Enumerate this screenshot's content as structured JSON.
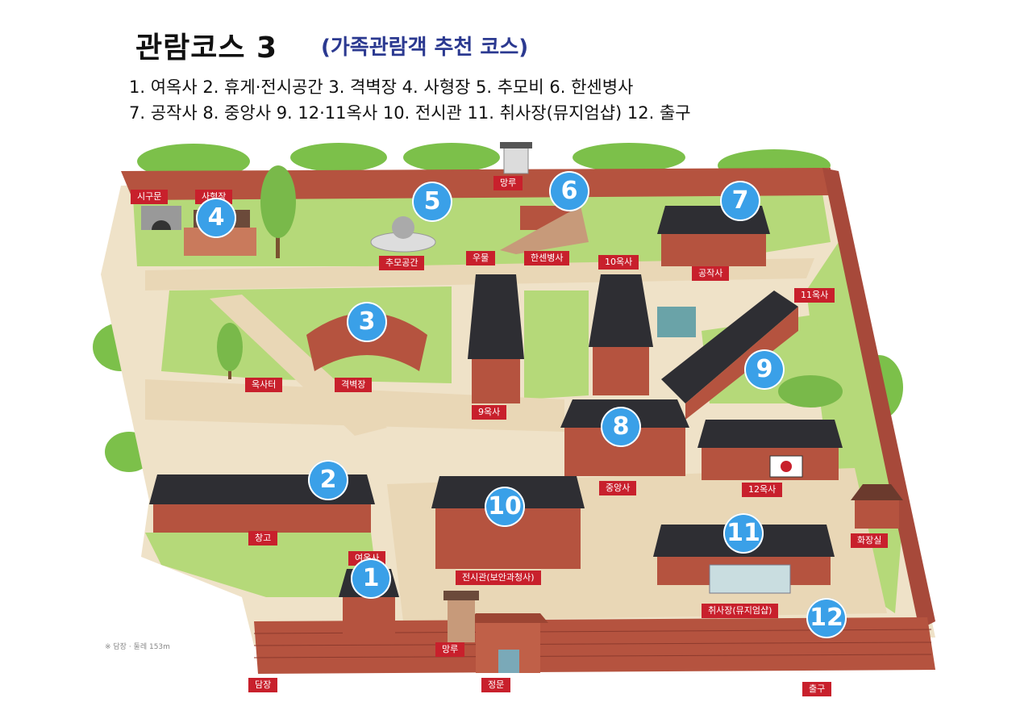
{
  "header": {
    "title": "관람코스 3",
    "subtitle": "(가족관람객 추천 코스)",
    "legend_line1": "1. 여옥사  2. 휴게·전시공간  3. 격벽장  4. 사형장  5. 추모비  6. 한센병사",
    "legend_line2": "7. 공작사  8. 중앙사  9. 12·11옥사  10. 전시관  11. 취사장(뮤지엄샵)  12. 출구"
  },
  "map": {
    "labels": {
      "sigumun": "시구문",
      "sahyeongjang": "사형장",
      "mangru_top": "망루",
      "chumo": "추모공간",
      "umul": "우물",
      "hansen": "한센병사",
      "ok10": "10옥사",
      "gongjak": "공작사",
      "ok11": "11옥사",
      "oksateo": "옥사터",
      "gyeokbyeok": "격벽장",
      "ok9": "9옥사",
      "jungang": "중앙사",
      "ok12": "12옥사",
      "changgo": "창고",
      "yeooksa": "여옥사",
      "jeonsigwan": "전시관(보안과청사)",
      "hwajangsil": "화장실",
      "chwisajang": "취사장(뮤지엄샵)",
      "mangru_bottom": "망루",
      "damjang": "담장",
      "jeongmun": "정문",
      "chulgu": "출구"
    },
    "markers": [
      "1",
      "2",
      "3",
      "4",
      "5",
      "6",
      "7",
      "8",
      "9",
      "10",
      "11",
      "12"
    ],
    "scale_note": "※ 담장 · 둘레 153m",
    "colors": {
      "marker": "#3aa0e8",
      "label_bg": "#c8202c",
      "wall": "#b5533f",
      "grass": "#a9d36d",
      "path": "#ead9bd",
      "roof": "#2e2e33",
      "title_blue": "#2b3990"
    }
  }
}
